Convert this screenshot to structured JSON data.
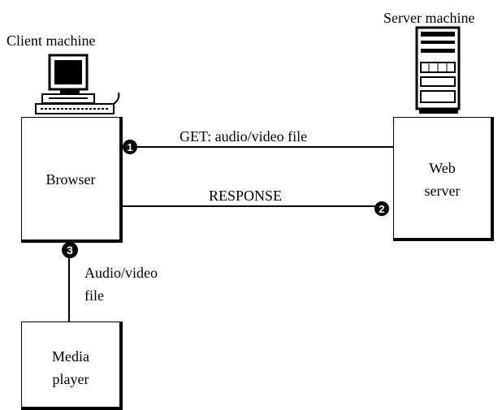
{
  "client_label": "Client machine",
  "server_label": "Server machine",
  "browser_box": {
    "label": "Browser"
  },
  "server_box": {
    "line1": "Web",
    "line2": "server"
  },
  "player_box": {
    "line1": "Media",
    "line2": "player"
  },
  "get_label": "GET: audio/video file",
  "response_label": "RESPONSE",
  "file_label": {
    "line1": "Audio/video",
    "line2": "file"
  },
  "step_markers": [
    "1",
    "2",
    "3"
  ]
}
